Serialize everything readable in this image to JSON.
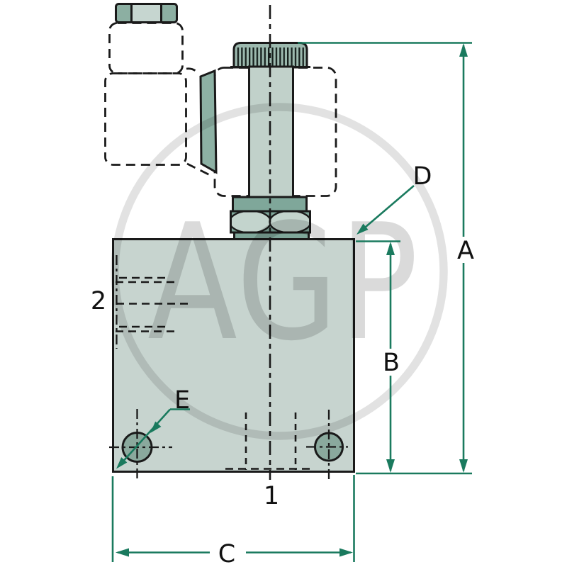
{
  "watermark": {
    "text": "AGP"
  },
  "labels": {
    "dim_a": "A",
    "dim_b": "B",
    "dim_c": "C",
    "corner_d": "D",
    "hole_e": "E",
    "port_1": "1",
    "port_2": "2"
  },
  "colors": {
    "line": "#1a1a1a",
    "dimension_green": "#1a7a5e",
    "body_fill": "#c7d4cf",
    "shaft_fill": "#c1d1ca",
    "cap_fill": "#9cb9ae",
    "band_fill": "#7fa79a",
    "nut_facet_fill": "#c3d4cd",
    "nut_side_fill": "#8cafa2",
    "nut_center_fill": "#c6d6d0",
    "plate_fill": "#8db1a4",
    "hole_fill": "#8aa99d"
  }
}
